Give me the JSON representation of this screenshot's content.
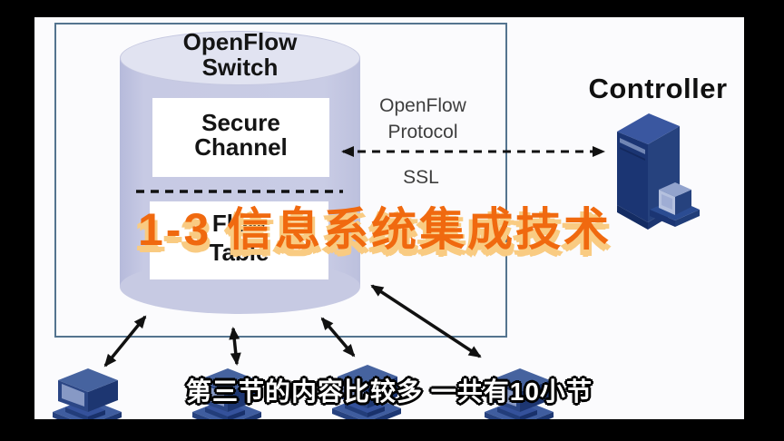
{
  "video": {
    "title_overlay": "1-3 信息系统集成技术",
    "subtitle": "第三节的内容比较多 一共有10小节"
  },
  "diagram": {
    "switch_label_line1": "OpenFlow",
    "switch_label_line2": "Switch",
    "secure_channel_line1": "Secure",
    "secure_channel_line2": "Channel",
    "flow_table_line1": "Flow",
    "flow_table_line2": "Table",
    "protocol_line1": "OpenFlow",
    "protocol_line2": "Protocol",
    "ssl_label": "SSL",
    "controller_label": "Controller"
  },
  "icons": {
    "controller_icon": "server-tower-icon",
    "host_icon": "workstation-icon",
    "arrow_icon": "double-headed-arrow"
  },
  "colors": {
    "title_orange": "#f0690f",
    "title_shadow": "#f9cb82",
    "cylinder_body": "#c7cae3",
    "cylinder_top": "#e1e3f1",
    "diagram_border": "#54748f",
    "device_blue_dark": "#1b3573",
    "device_blue_mid": "#2c4d95",
    "device_blue_light": "#b4c0de",
    "arrow_black": "#111111",
    "subtitle_white": "#ffffff"
  }
}
